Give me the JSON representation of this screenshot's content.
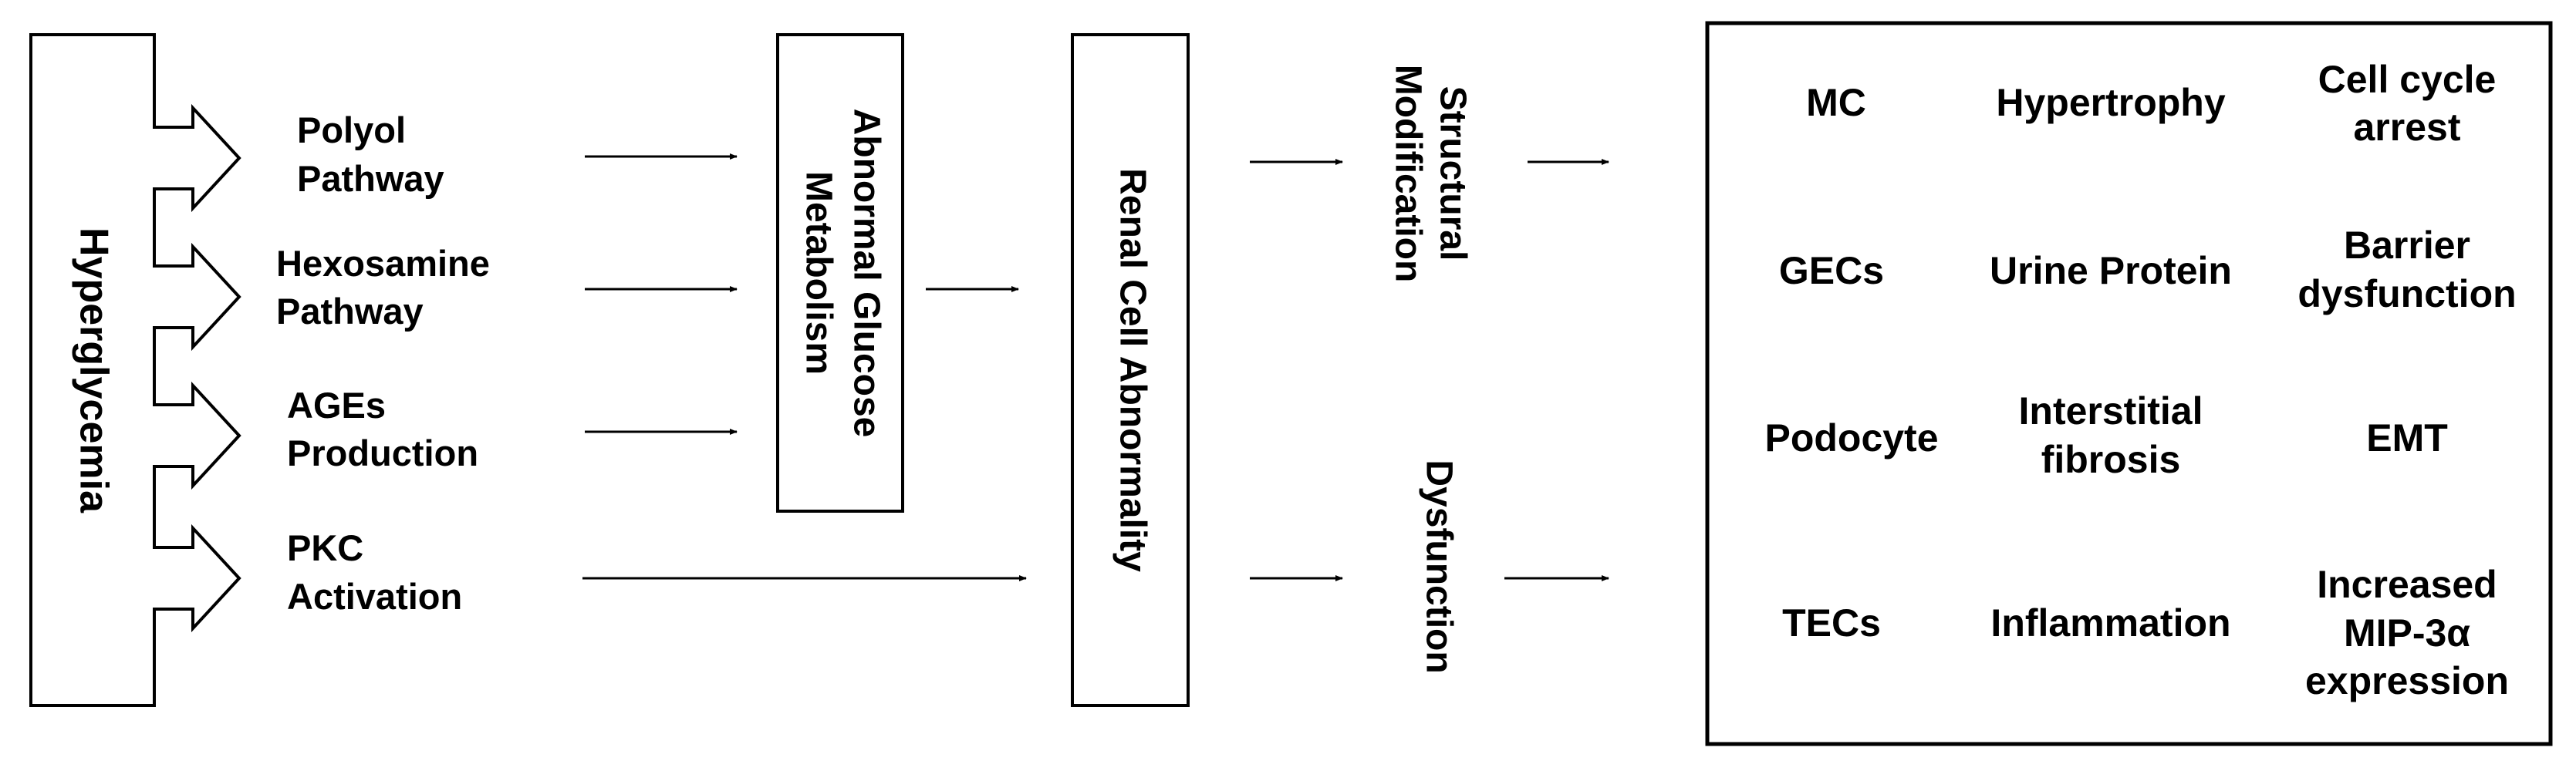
{
  "hyperglycemia": "Hyperglycemia",
  "pathways": [
    {
      "line1": "Polyol",
      "line2": "Pathway"
    },
    {
      "line1": "Hexosamine",
      "line2": "Pathway"
    },
    {
      "line1": "AGEs",
      "line2": "Production"
    },
    {
      "line1": "PKC",
      "line2": "Activation"
    }
  ],
  "metabolism_box": {
    "line1": "Abnormal Glucose",
    "line2": "Metabolism"
  },
  "renal_box": "Renal Cell Abnormality",
  "outcomes": {
    "structural": {
      "line1": "Structural",
      "line2": "Modification"
    },
    "dysfunction": "Dysfunction"
  },
  "grid": [
    {
      "cell": "MC",
      "change": [
        "Hypertrophy"
      ],
      "effect": [
        "Cell cycle",
        "arrest"
      ]
    },
    {
      "cell": "GECs",
      "change": [
        "Urine Protein"
      ],
      "effect": [
        "Barrier",
        "dysfunction"
      ]
    },
    {
      "cell": "Podocyte",
      "change": [
        "Interstitial",
        "fibrosis"
      ],
      "effect": [
        "EMT"
      ]
    },
    {
      "cell": "TECs",
      "change": [
        "Inflammation"
      ],
      "effect": [
        "Increased",
        "MIP-3α",
        "expression"
      ]
    }
  ]
}
